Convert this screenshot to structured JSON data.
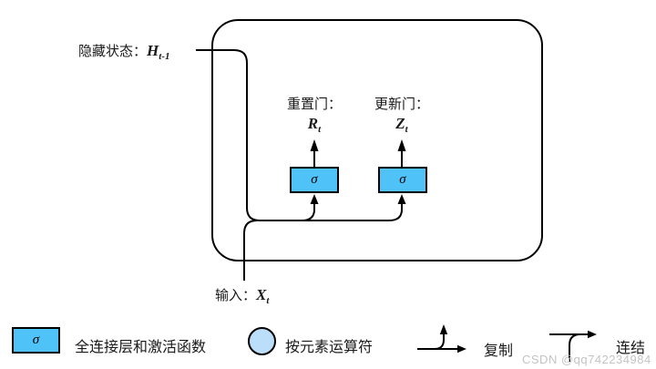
{
  "diagram": {
    "hidden_state": {
      "label": "隐藏状态：",
      "var": "H",
      "sub": "t-1"
    },
    "input": {
      "label": "输入：",
      "var": "X",
      "sub": "t"
    },
    "reset_gate": {
      "label": "重置门：",
      "var": "R",
      "sub": "t"
    },
    "update_gate": {
      "label": "更新门：",
      "var": "Z",
      "sub": "t"
    },
    "gate_symbol": "σ"
  },
  "legend": {
    "fc": {
      "symbol": "σ",
      "label": "全连接层和激活函数"
    },
    "elementwise": {
      "label": "按元素运算符"
    },
    "copy": {
      "label": "复制"
    },
    "concat": {
      "label": "连结"
    }
  },
  "watermark": "CSDN @qq742234984",
  "colors": {
    "gate_fill": "#4FC3F7",
    "operator_fill": "#BBDEFB",
    "stroke": "#000000",
    "watermark": "#C4C4C4"
  }
}
